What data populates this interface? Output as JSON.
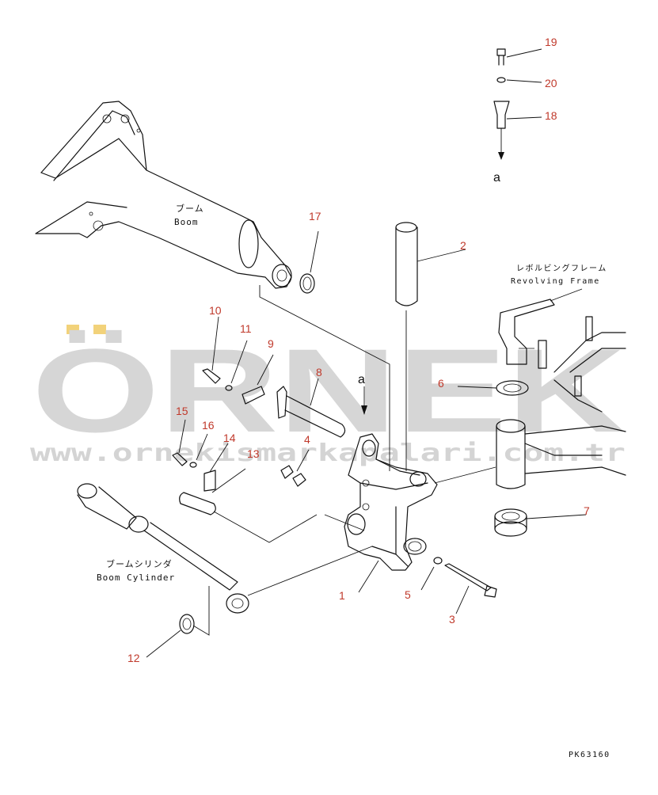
{
  "watermark": {
    "brand": "ÖRNEK",
    "url": "www.ornekismarkapalari.com.tr",
    "accent_color": "#f2d27a"
  },
  "part_numbers": [
    "1",
    "2",
    "3",
    "4",
    "5",
    "6",
    "7",
    "8",
    "9",
    "10",
    "11",
    "12",
    "13",
    "14",
    "15",
    "16",
    "17",
    "18",
    "19",
    "20"
  ],
  "labels": {
    "boom_jp": "ブーム",
    "boom_en": "Boom",
    "frame_jp": "レボルビングフレーム",
    "frame_en": "Revolving Frame",
    "cylinder_jp": "ブームシリンダ",
    "cylinder_en": "Boom Cylinder",
    "view_arrow_top": "a",
    "view_arrow_main": "a",
    "drawing_code": "PK63160"
  },
  "colors": {
    "part_number": "#c0392b",
    "linework": "#111111",
    "watermark": "#d6d6d6"
  }
}
